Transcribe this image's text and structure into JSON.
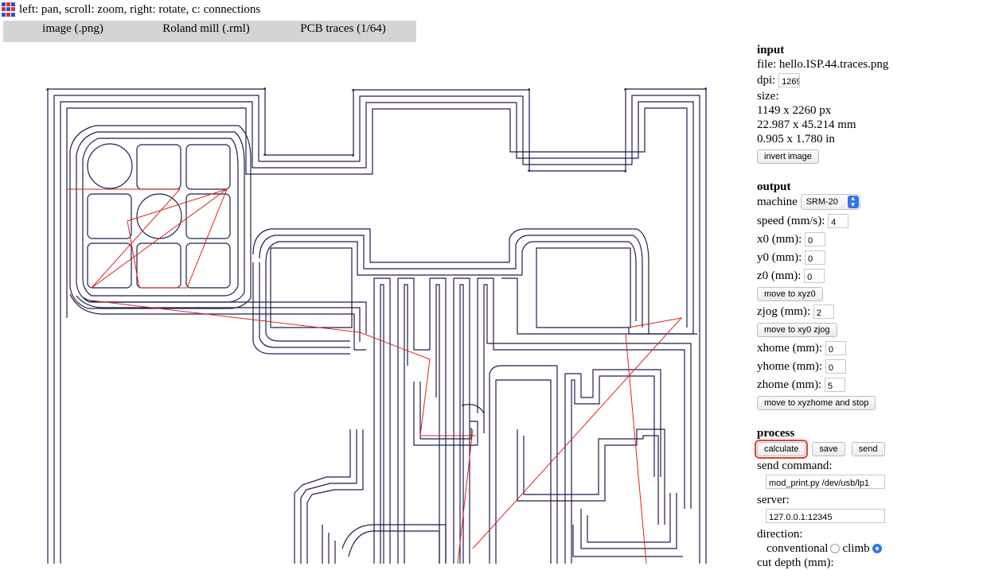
{
  "help": {
    "text": "left: pan, scroll: zoom, right: rotate, c: connections"
  },
  "menu": {
    "image": "image (.png)",
    "mill": "Roland mill (.rml)",
    "traces": "PCB traces (1/64)"
  },
  "input": {
    "title": "input",
    "file_label": "file:",
    "file_name": "hello.ISP.44.traces.png",
    "dpi_label": "dpi:",
    "dpi_value": "1269",
    "size_label": "size:",
    "size_px": "1149 x 2260 px",
    "size_mm": "22.987 x 45.214 mm",
    "size_in": "0.905 x 1.780 in",
    "invert_button": "invert image"
  },
  "output": {
    "title": "output",
    "machine_label": "machine",
    "machine_value": "SRM-20",
    "speed_label": "speed (mm/s):",
    "speed_value": "4",
    "x0_label": "x0 (mm):",
    "x0_value": "0",
    "y0_label": "y0 (mm):",
    "y0_value": "0",
    "z0_label": "z0 (mm):",
    "z0_value": "0",
    "move_xyz0_button": "move to xyz0",
    "zjog_label": "zjog (mm):",
    "zjog_value": "2",
    "move_xy0_zjog_button": "move to xy0 zjog",
    "xhome_label": "xhome (mm):",
    "xhome_value": "0",
    "yhome_label": "yhome (mm):",
    "yhome_value": "0",
    "zhome_label": "zhome (mm):",
    "zhome_value": "5",
    "move_home_button": "move to xyzhome and stop"
  },
  "process": {
    "title": "process",
    "calculate_button": "calculate",
    "save_button": "save",
    "send_button": "send",
    "send_command_label": "send command:",
    "send_command_value": "mod_print.py /dev/usb/lp1",
    "server_label": "server:",
    "server_value": "127.0.0.1:12345",
    "direction_label": "direction:",
    "conventional_label": "conventional",
    "climb_label": "climb",
    "direction_selected": "climb",
    "cut_depth_label": "cut depth (mm):"
  },
  "colors": {
    "toolpath": "#1b1f4f",
    "connection": "#e2231a",
    "menu_background": "#d4d4d4",
    "highlight": "#e0402e",
    "accent": "#2f76ea"
  },
  "icons": {
    "app": "grid-icon",
    "machine_select": "chevron-updown-icon",
    "conventional": "radio-icon",
    "climb": "radio-selected-icon"
  }
}
